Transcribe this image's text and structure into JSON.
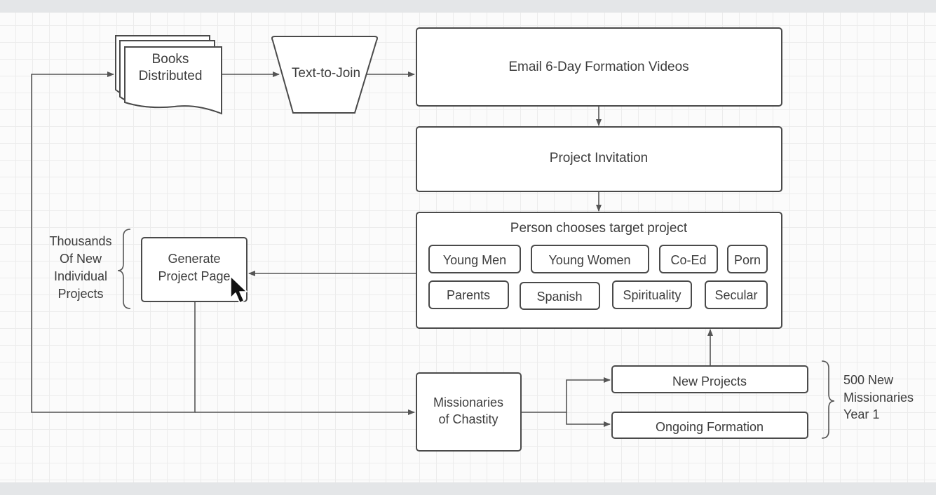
{
  "nodes": {
    "books": {
      "line1": "Books",
      "line2": "Distributed"
    },
    "text_to_join": {
      "label": "Text-to-Join"
    },
    "email_videos": {
      "label": "Email 6-Day Formation Videos"
    },
    "project_invitation": {
      "label": "Project Invitation"
    },
    "person_chooses": {
      "title": "Person chooses target project",
      "options": [
        "Young Men",
        "Young Women",
        "Co-Ed",
        "Porn",
        "Parents",
        "Spanish",
        "Spirituality",
        "Secular"
      ]
    },
    "generate_page": {
      "line1": "Generate",
      "line2": "Project Page"
    },
    "missionaries": {
      "line1": "Missionaries",
      "line2": "of Chastity"
    },
    "new_projects": {
      "label": "New Projects"
    },
    "ongoing_formation": {
      "label": "Ongoing Formation"
    }
  },
  "annotations": {
    "thousands": [
      "Thousands",
      "Of New",
      "Individual",
      "Projects"
    ],
    "missionaries_year": [
      "500 New",
      "Missionaries",
      "Year 1"
    ]
  },
  "colors": {
    "stroke": "#4a4a4a",
    "text": "#3d3d3d",
    "grid": "#ececec",
    "frame": "#e4e6e8"
  },
  "icons": {
    "cursor": "mouse-pointer-icon"
  }
}
